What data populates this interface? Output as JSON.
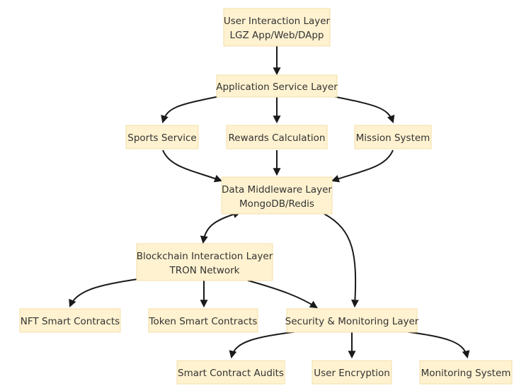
{
  "diagram": {
    "nodes": {
      "ui_layer": {
        "line1": "User Interaction Layer",
        "line2": "LGZ App/Web/DApp"
      },
      "app_service": {
        "line1": "Application Service Layer"
      },
      "sports": {
        "line1": "Sports Service"
      },
      "rewards": {
        "line1": "Rewards Calculation"
      },
      "mission": {
        "line1": "Mission System"
      },
      "middleware": {
        "line1": "Data Middleware Layer",
        "line2": "MongoDB/Redis"
      },
      "blockchain": {
        "line1": "Blockchain Interaction Layer",
        "line2": "TRON Network"
      },
      "nft": {
        "line1": "NFT Smart Contracts"
      },
      "token": {
        "line1": "Token Smart Contracts"
      },
      "security": {
        "line1": "Security & Monitoring Layer"
      },
      "audits": {
        "line1": "Smart Contract Audits"
      },
      "encryption": {
        "line1": "User Encryption"
      },
      "monitoring": {
        "line1": "Monitoring System"
      }
    },
    "colors": {
      "node_fill": "#fff2d0",
      "node_border": "#f3dfa8",
      "text": "#333333",
      "edge": "#1a1a1a"
    }
  }
}
